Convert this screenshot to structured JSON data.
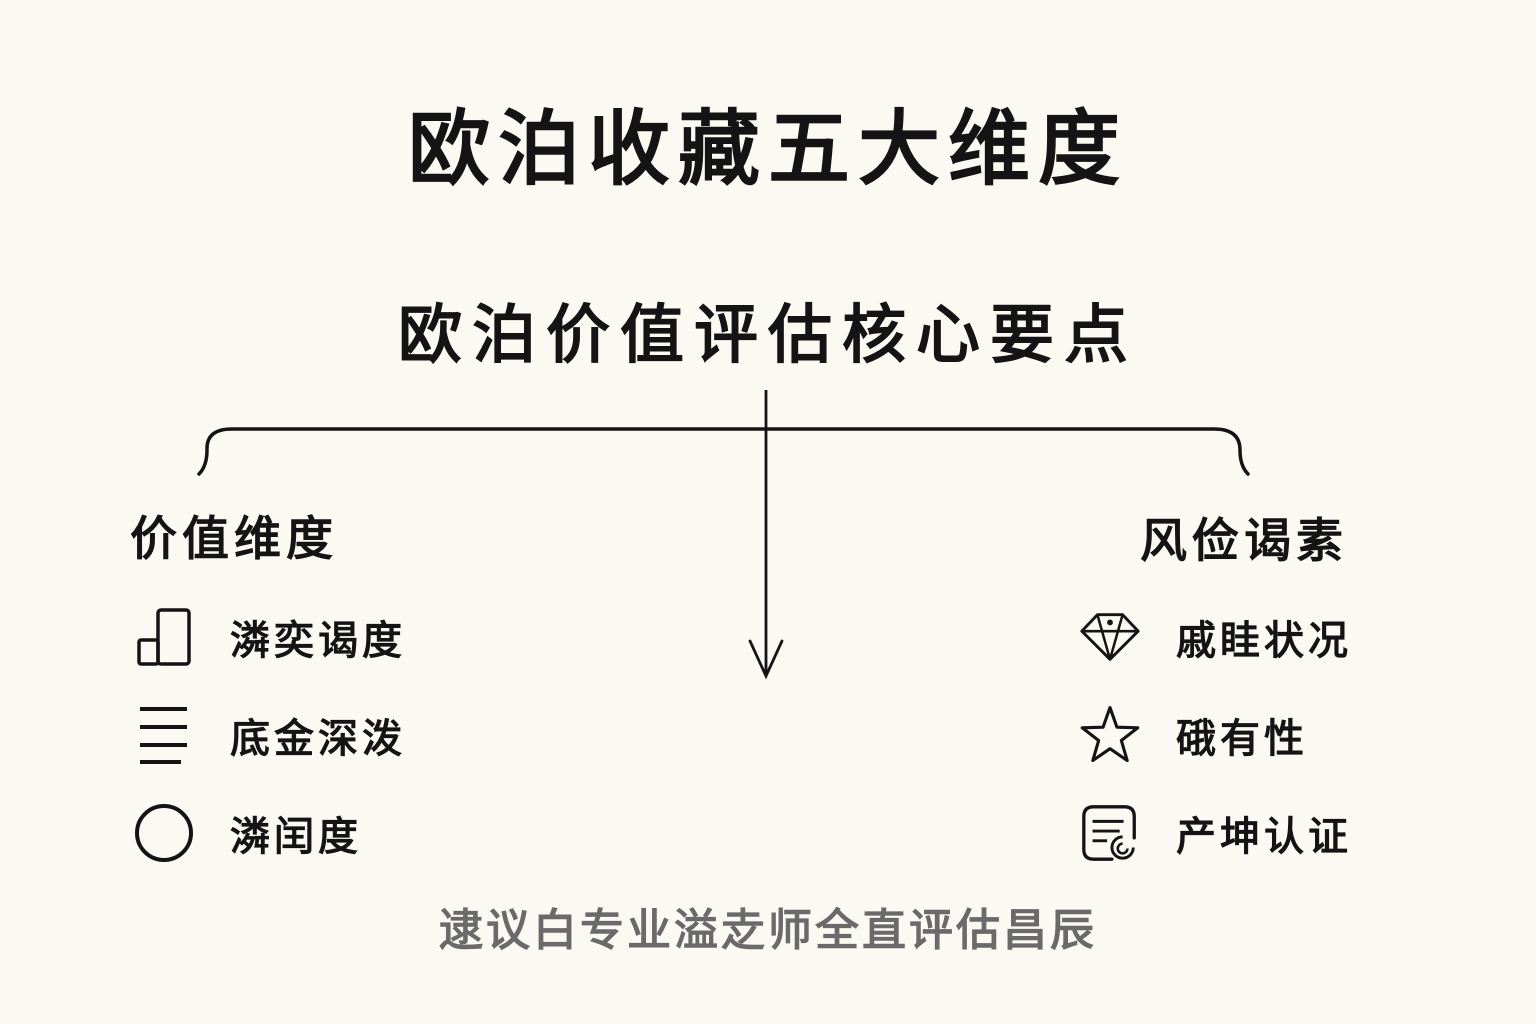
{
  "colors": {
    "background": "#fbfaf2",
    "ink": "#141414",
    "muted_text": "#6a6a6a"
  },
  "title": "欧泊收藏五大维度",
  "subtitle": "欧泊价值评估核心要点",
  "columns": {
    "left": {
      "heading": "价值维度",
      "items": [
        {
          "icon": "bar-chart-icon",
          "label": "潾奕谒度"
        },
        {
          "icon": "list-lines-icon",
          "label": "底金深泼"
        },
        {
          "icon": "circle-icon",
          "label": "潾闰度"
        }
      ]
    },
    "right": {
      "heading": "风俭谒素",
      "items": [
        {
          "icon": "diamond-icon",
          "label": "戚眭状况"
        },
        {
          "icon": "star-icon",
          "label": "硪有性"
        },
        {
          "icon": "certificate-icon",
          "label": "产坤认证"
        }
      ]
    }
  },
  "footer_note": "逮议白专业溢赱师全直评估昌辰"
}
